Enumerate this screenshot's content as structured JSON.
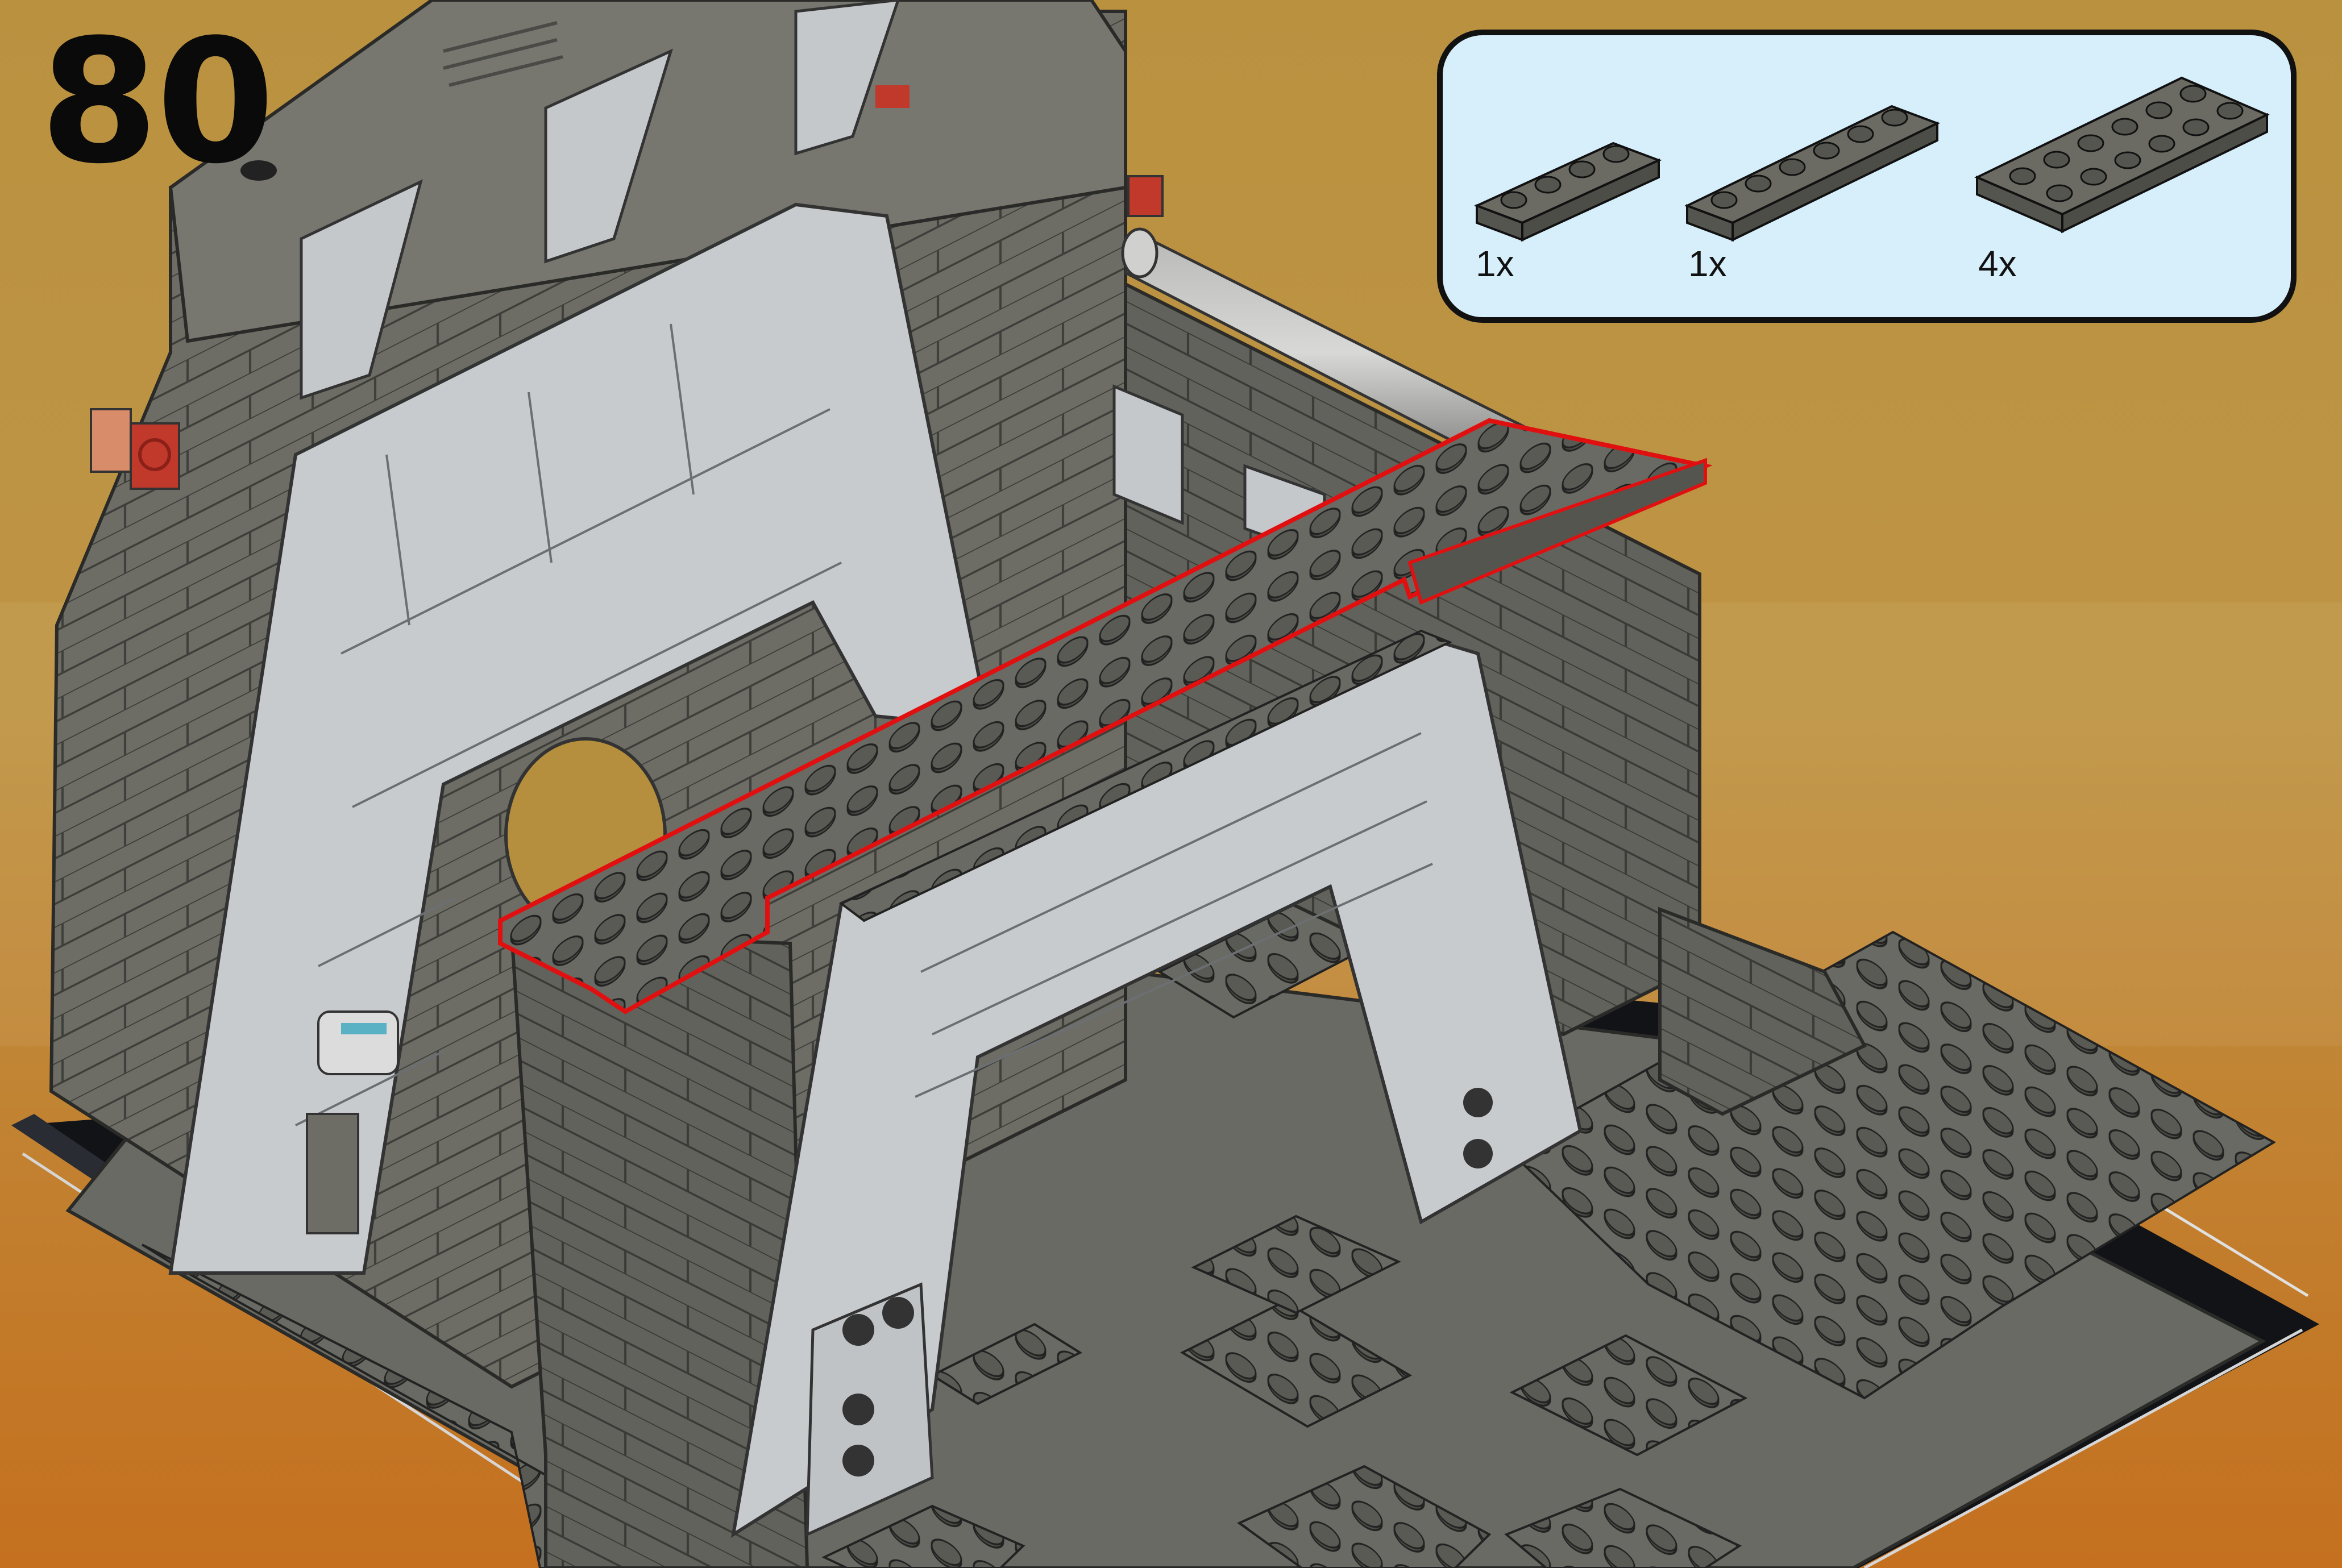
{
  "step": {
    "number": "80"
  },
  "parts_list": {
    "items": [
      {
        "quantity": "1x",
        "part_icon": "plate-1x4-dark-gray-icon",
        "color": "#6b6b63"
      },
      {
        "quantity": "1x",
        "part_icon": "plate-1x6-dark-gray-icon",
        "color": "#6b6b63"
      },
      {
        "quantity": "4x",
        "part_icon": "plate-2x6-dark-gray-icon",
        "color": "#6b6b63"
      }
    ]
  },
  "colors": {
    "background_top": "#b9913f",
    "background_bottom": "#c4701f",
    "dark_bluish_gray": "#6b6b63",
    "light_bluish_gray": "#c8cbcd",
    "baseplate_black": "#121317",
    "highlight_outline": "#e01010",
    "callout_fill": "#d7eefb"
  }
}
